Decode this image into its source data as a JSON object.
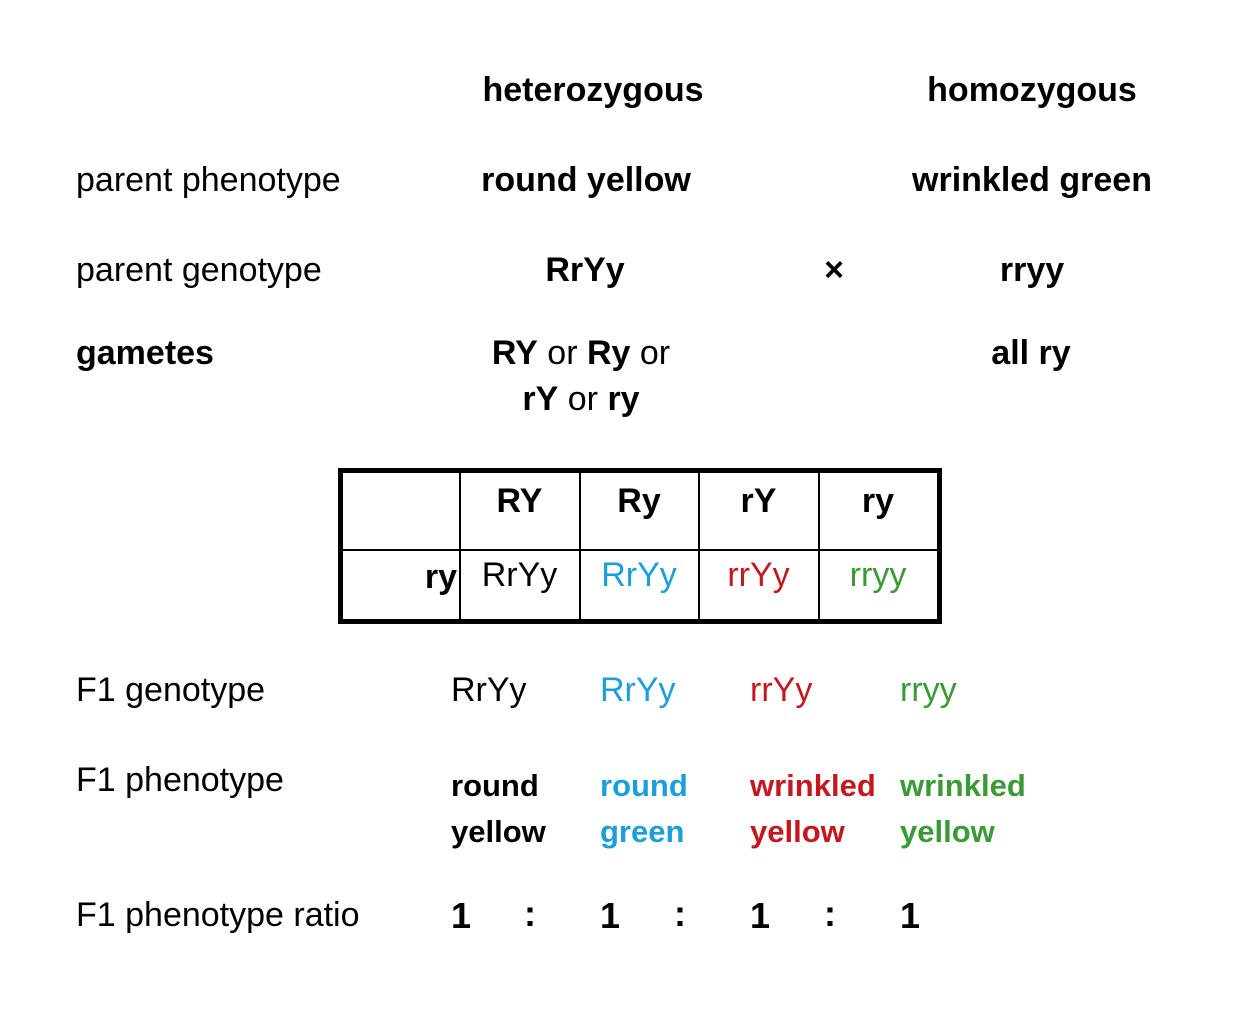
{
  "headers": {
    "left": "heterozygous",
    "right": "homozygous"
  },
  "parent_phenotype": {
    "label": "parent phenotype",
    "left": "round yellow",
    "right": "wrinkled green"
  },
  "parent_genotype": {
    "label": "parent genotype",
    "left": "RrYy",
    "cross": "×",
    "right": "rryy"
  },
  "gametes": {
    "label": "gametes",
    "left": {
      "g1": "RY",
      "or1": " or ",
      "g2": "Ry",
      "or2": " or",
      "g3": "rY",
      "or3": " or ",
      "g4": "ry"
    },
    "right": "all ry"
  },
  "punnett": {
    "col_headers": [
      "RY",
      "Ry",
      "rY",
      "ry"
    ],
    "row_header": "ry",
    "cells": [
      "RrYy",
      "RrYy",
      "rrYy",
      "rryy"
    ]
  },
  "f1_genotype": {
    "label": "F1 genotype",
    "values": [
      "RrYy",
      "RrYy",
      "rrYy",
      "rryy"
    ]
  },
  "f1_phenotype": {
    "label": "F1 phenotype",
    "values": [
      {
        "line1": "round",
        "line2": "yellow"
      },
      {
        "line1": "round",
        "line2": "green"
      },
      {
        "line1": "wrinkled",
        "line2": "yellow"
      },
      {
        "line1": "wrinkled",
        "line2": "yellow"
      }
    ]
  },
  "f1_ratio": {
    "label": "F1 phenotype ratio",
    "values": [
      "1",
      "1",
      "1",
      "1"
    ],
    "separator": ":"
  },
  "colors": {
    "black": "#000000",
    "blue": "#1a9fdb",
    "red": "#c4181f",
    "green": "#3a9a35"
  }
}
